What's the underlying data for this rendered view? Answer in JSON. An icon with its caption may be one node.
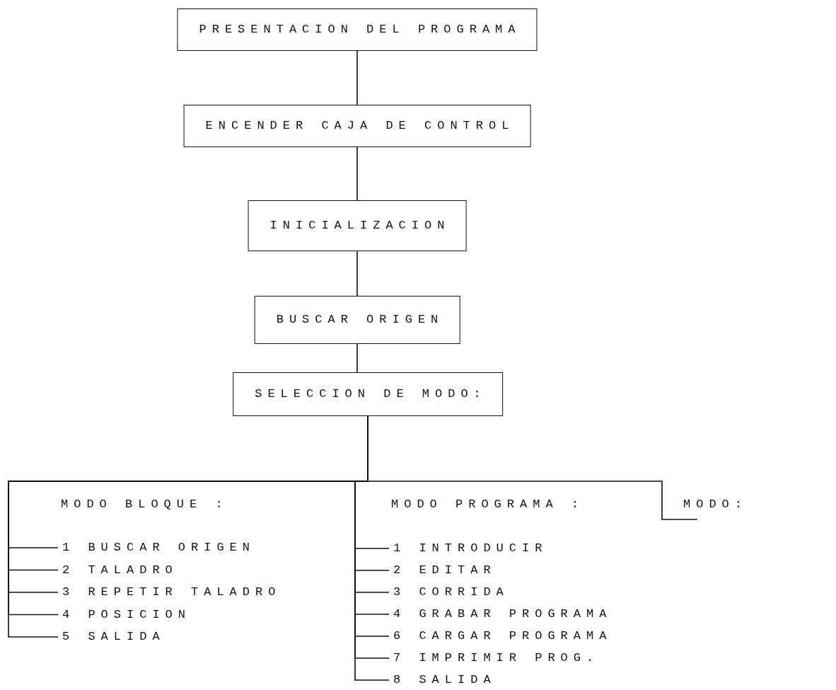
{
  "diagram": {
    "nodes": [
      {
        "text": [
          "PRESENTACION DEL PROGRAMA"
        ]
      },
      {
        "text": [
          "ENCENDER CAJA DE CONTROL"
        ]
      },
      {
        "text": [
          "INICIALIZACION"
        ]
      },
      {
        "text": [
          "BUSCAR ORIGEN"
        ]
      },
      {
        "text": [
          "SELECCION DE MODO:"
        ]
      },
      {
        "text": [
          "1 BUSCAR ORIGEN"
        ]
      },
      {
        "text": [
          "2 TALADRO"
        ]
      },
      {
        "text": [
          "3 REPETIR TALADRO"
        ]
      },
      {
        "text": [
          "4 POSICION"
        ]
      },
      {
        "text": [
          "5 SALIDA"
        ]
      },
      {
        "text": [
          "1 INTRODUCIR"
        ]
      },
      {
        "text": [
          "2 EDITAR"
        ]
      },
      {
        "text": [
          "3 CORRIDA"
        ]
      },
      {
        "text": [
          "4 GRABAR PROGRAMA"
        ]
      },
      {
        "text": [
          "6 CARGAR PROGRAMA"
        ]
      },
      {
        "text": [
          "7 IMPRIMIR PROG."
        ]
      },
      {
        "text": [
          "8 SALIDA"
        ]
      },
      {
        "text": [
          "MODO:"
        ]
      }
    ],
    "edges": [
      {
        "from": 0,
        "to": 1,
        "arrow": "none"
      },
      {
        "from": 1,
        "to": 2,
        "arrow": "none"
      },
      {
        "from": 2,
        "to": 3,
        "arrow": "none"
      },
      {
        "from": 3,
        "to": 4,
        "arrow": "none"
      },
      {
        "from": 4,
        "to": 5,
        "arrow": "none"
      },
      {
        "from": 4,
        "to": 6,
        "arrow": "none"
      },
      {
        "from": 4,
        "to": 7,
        "arrow": "none"
      },
      {
        "from": 4,
        "to": 8,
        "arrow": "none"
      },
      {
        "from": 4,
        "to": 9,
        "arrow": "none"
      },
      {
        "from": 4,
        "to": 10,
        "arrow": "none"
      },
      {
        "from": 4,
        "to": 11,
        "arrow": "none"
      },
      {
        "from": 4,
        "to": 12,
        "arrow": "none"
      },
      {
        "from": 4,
        "to": 13,
        "arrow": "none"
      },
      {
        "from": 4,
        "to": 14,
        "arrow": "none"
      },
      {
        "from": 4,
        "to": 15,
        "arrow": "none"
      },
      {
        "from": 4,
        "to": 16,
        "arrow": "none"
      },
      {
        "from": 4,
        "to": 17,
        "arrow": "none"
      }
    ],
    "labels": [
      "MODO BLOQUE :",
      "MODO PROGRAMA :"
    ]
  }
}
